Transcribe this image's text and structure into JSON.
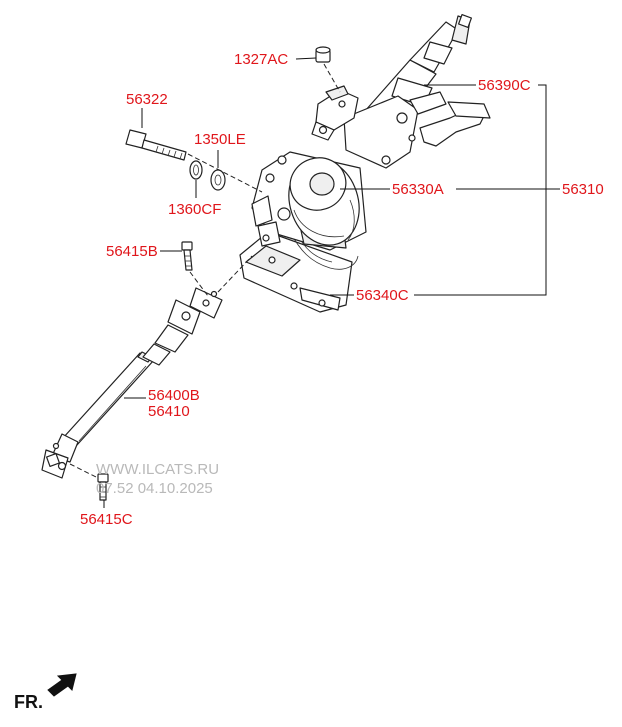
{
  "labels": {
    "p1327AC": "1327AC",
    "p56390C": "56390C",
    "p56322": "56322",
    "p1350LE": "1350LE",
    "p1360CF": "1360CF",
    "p56330A": "56330A",
    "p56310": "56310",
    "p56415B": "56415B",
    "p56340C": "56340C",
    "p56400B": "56400B",
    "p56410": "56410",
    "p56415C": "56415C"
  },
  "watermark": {
    "line1": "WWW.ILCATS.RU",
    "line2": "07.52 04.10.2025"
  },
  "direction": {
    "label": "FR."
  },
  "colors": {
    "label": "#e0161b",
    "lines": "#111111",
    "watermark": "#b9b9b9"
  },
  "icons": {
    "direction_arrow": "arrow-left-down-icon"
  }
}
